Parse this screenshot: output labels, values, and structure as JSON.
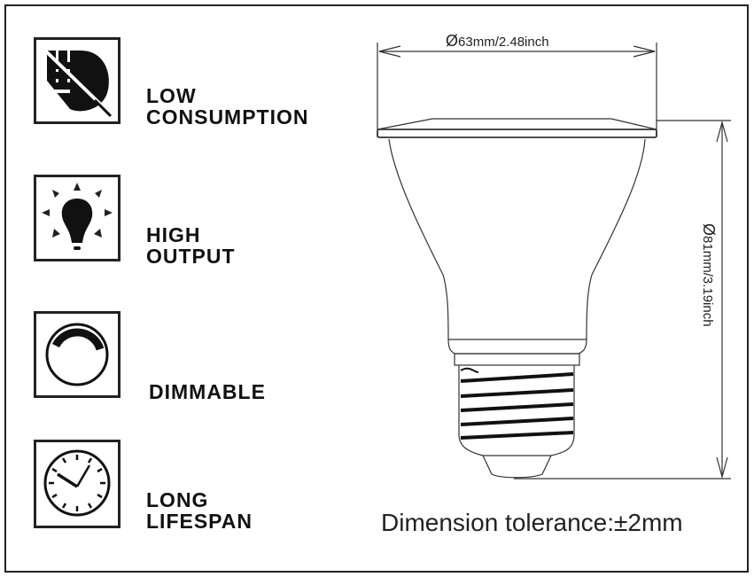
{
  "features": [
    {
      "line1": "LOW",
      "line2": "CONSUMPTION",
      "icon": "leaf-icon"
    },
    {
      "line1": "HIGH",
      "line2": "OUTPUT",
      "icon": "lightbulb-icon"
    },
    {
      "line1": "DIMMABLE",
      "icon": "dimmer-icon"
    },
    {
      "line1": "LONG",
      "line2": "LIFESPAN",
      "icon": "clock-icon"
    }
  ],
  "dimensions": {
    "width": "63mm/2.48inch",
    "height": "81mm/3.19inch",
    "diameter_symbol": "Ø"
  },
  "tolerance": "Dimension tolerance:±2mm"
}
